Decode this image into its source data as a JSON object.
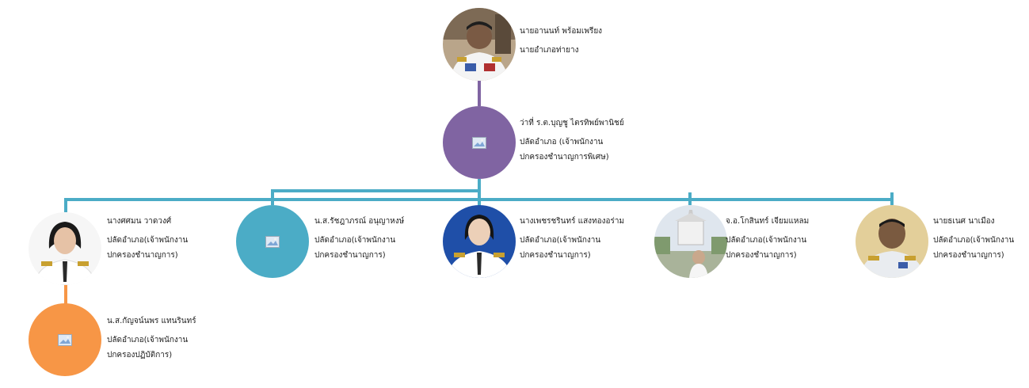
{
  "nodes": [
    {
      "name": "นายอานนท์ พร้อมเพรียง",
      "role1": "นายอำเภอท่ายาง",
      "role2": ""
    },
    {
      "name": "ว่าที่ ร.ต.บุญชู ไตรทิพย์พานิชย์",
      "role1": "ปลัดอำเภอ (เจ้าพนักงาน",
      "role2": "ปกครองชำนาญการพิเศษ)",
      "color": "#8064a2"
    },
    {
      "name": "นางศศมน วาดวงศ์",
      "role1": "ปลัดอำเภอ(เจ้าพนักงาน",
      "role2": "ปกครองชำนาญการ)"
    },
    {
      "name": "น.ส.รัชฎาภรณ์ อนุญาหงษ์",
      "role1": "ปลัดอำเภอ(เจ้าพนักงาน",
      "role2": "ปกครองชำนาญการ)",
      "color": "#4bacc6"
    },
    {
      "name": "นางเพชรชรินทร์ แสงทองอร่าม",
      "role1": "ปลัดอำเภอ(เจ้าพนักงาน",
      "role2": "ปกครองชำนาญการ)"
    },
    {
      "name": "จ.อ.โกสินทร์ เจียมแหลม",
      "role1": "ปลัดอำเภอ(เจ้าพนักงาน",
      "role2": "ปกครองชำนาญการ)"
    },
    {
      "name": "นายธเนศ นาเมือง",
      "role1": "ปลัดอำเภอ(เจ้าพนักงาน",
      "role2": "ปกครองชำนาญการ)"
    },
    {
      "name": "น.ส.กัญจน์นพร แทนรินทร์",
      "role1": "ปลัดอำเภอ(เจ้าพนักงาน",
      "role2": "ปกครองปฏิบัติการ)",
      "color": "#f79646"
    }
  ],
  "connector_colors": {
    "top": "#8064a2",
    "main": "#4bacc6",
    "sub": "#f79646"
  }
}
